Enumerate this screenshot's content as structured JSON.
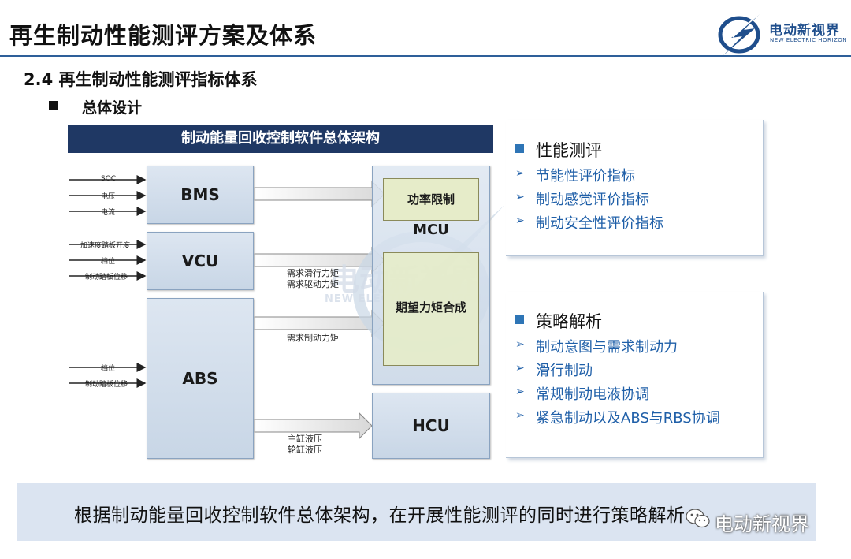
{
  "header": {
    "title": "再生制动性能测评方案及体系",
    "logo_cn": "电动新视界",
    "logo_en": "NEW ELECTRIC HORIZON"
  },
  "section": {
    "subtitle": "2.4 再生制动性能测评指标体系",
    "overall": "总体设计"
  },
  "diagram": {
    "banner": "制动能量回收控制软件总体架构",
    "modules": {
      "bms": "BMS",
      "vcu": "VCU",
      "abs": "ABS",
      "mcu": "MCU",
      "hcu": "HCU",
      "power_limit": "功率限制",
      "torque_synth": "期望力矩合成"
    },
    "inputs": {
      "bms": [
        "SOC",
        "电压",
        "电流"
      ],
      "vcu": [
        "加速度踏板开度",
        "档位",
        "制动踏板位移"
      ],
      "abs": [
        "档位",
        "制动踏板位移"
      ]
    },
    "flows": {
      "vcu_mcu": [
        "需求滑行力矩",
        "需求驱动力矩"
      ],
      "abs_mcu": [
        "需求制动力矩"
      ],
      "abs_hcu": [
        "主缸液压",
        "轮缸液压"
      ]
    },
    "watermark_cn": "电动新视界",
    "watermark_en": "NEW ELECTRIC HORIZON"
  },
  "panels": {
    "performance": {
      "heading": "性能测评",
      "items": [
        "节能性评价指标",
        "制动感觉评价指标",
        "制动安全性评价指标"
      ]
    },
    "strategy": {
      "heading": "策略解析",
      "items": [
        "制动意图与需求制动力",
        "滑行制动",
        "常规制动电液协调",
        "紧急制动以及ABS与RBS协调"
      ]
    }
  },
  "summary": {
    "text": "根据制动能量回收控制软件总体架构，在开展性能测评的同时进行策略解析",
    "watermark": "电动新视界"
  },
  "colors": {
    "banner": "#1f3864",
    "accent_blue": "#2e75b6",
    "module_fill": "#d3deeb",
    "green_fill": "#e6ecc9",
    "summary_bg": "#dbe4f1"
  },
  "icons": {
    "logo": "lightning-globe-icon",
    "bullet": "square-bullet-icon",
    "list_arrow": "chevron-right-icon",
    "wechat": "wechat-icon"
  }
}
